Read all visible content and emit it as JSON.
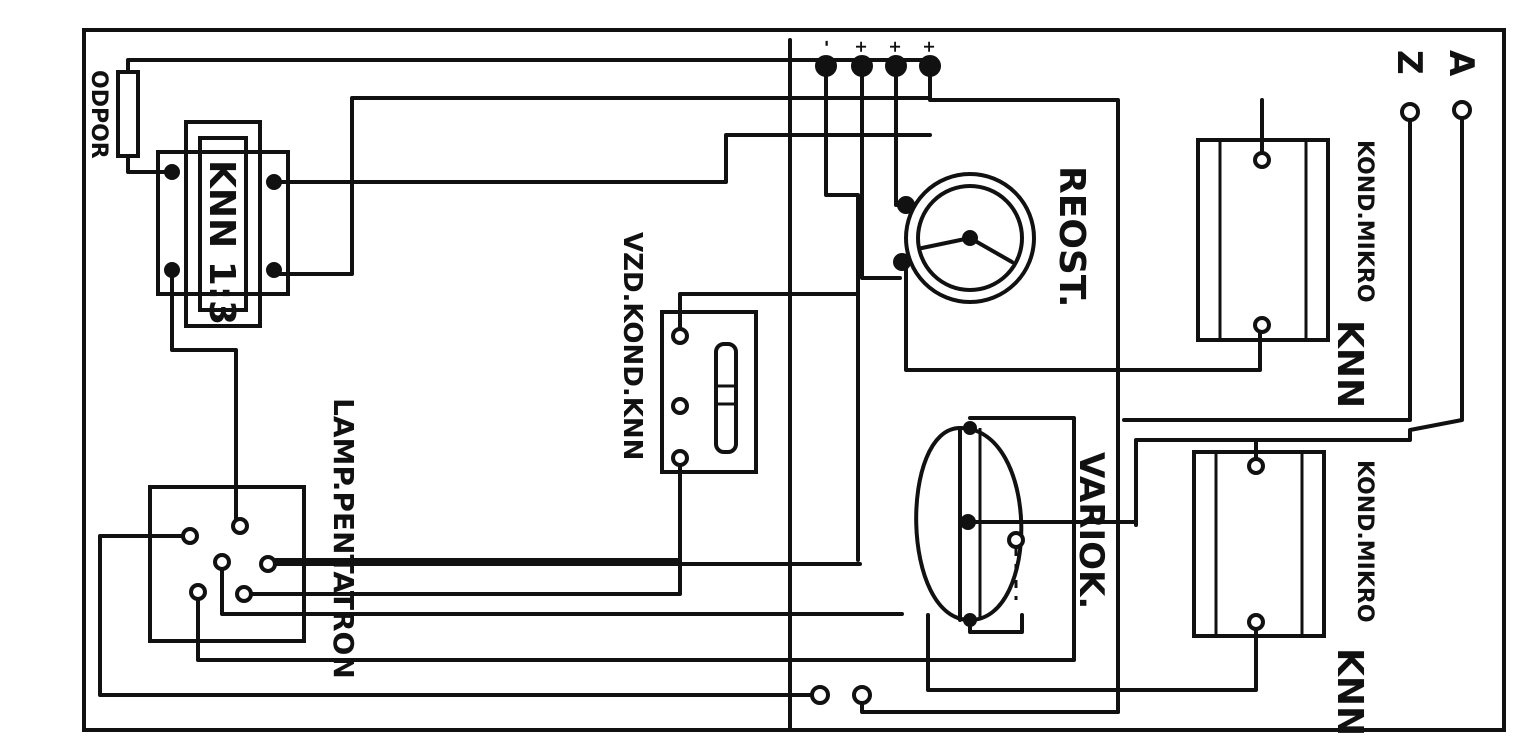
{
  "labels": {
    "odpor": "ODPOR",
    "transformer": "KNN 1:3",
    "vzd_kond": "VZD.KOND.KNN",
    "lamp": "LAMP.PENTATRON",
    "reost": "REOST.",
    "variok": "VARIOK.",
    "kond_micro_top": "KOND.MIKRO",
    "knn_top": "KNN",
    "kond_micro_bottom": "KOND.MIKRO",
    "knn_bottom": "KNN",
    "terminal_a": "A",
    "terminal_z": "Z",
    "bat_1": "-",
    "bat_2": "+",
    "bat_3": "+",
    "bat_4": "+"
  },
  "colors": {
    "ink": "#111111",
    "paper": "#ffffff"
  }
}
